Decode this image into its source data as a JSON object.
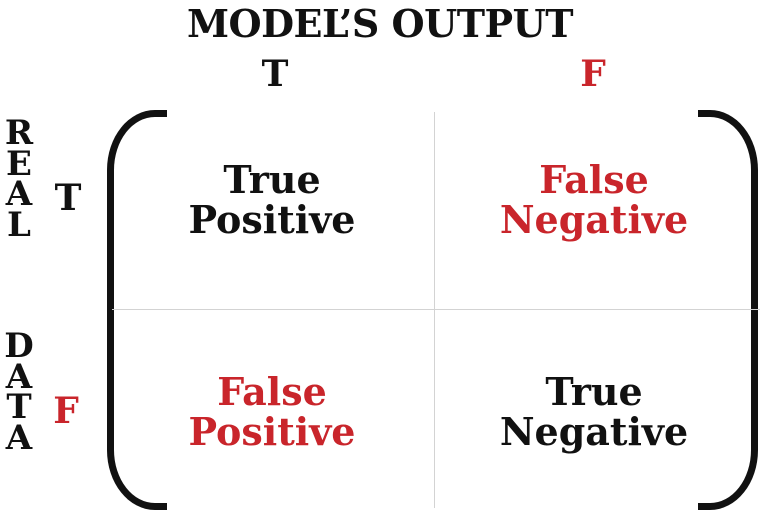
{
  "title": "MODEL’S OUTPUT",
  "columns": [
    {
      "label": "T",
      "color": "#111111"
    },
    {
      "label": "F",
      "color": "#c9252b"
    }
  ],
  "rows_axis": {
    "word1": [
      "R",
      "E",
      "A",
      "L"
    ],
    "word2": [
      "D",
      "A",
      "T",
      "A"
    ]
  },
  "rows": [
    {
      "label": "T",
      "color": "#111111"
    },
    {
      "label": "F",
      "color": "#c9252b"
    }
  ],
  "cells": {
    "tp": {
      "line1": "True",
      "line2": "Positive",
      "color": "#111111"
    },
    "fn": {
      "line1": "False",
      "line2": "Negative",
      "color": "#c9252b"
    },
    "fp": {
      "line1": "False",
      "line2": "Positive",
      "color": "#c9252b"
    },
    "tn": {
      "line1": "True",
      "line2": "Negative",
      "color": "#111111"
    }
  },
  "colors": {
    "text": "#111111",
    "accent_red": "#c9252b",
    "grid": "#d3d3d3"
  }
}
